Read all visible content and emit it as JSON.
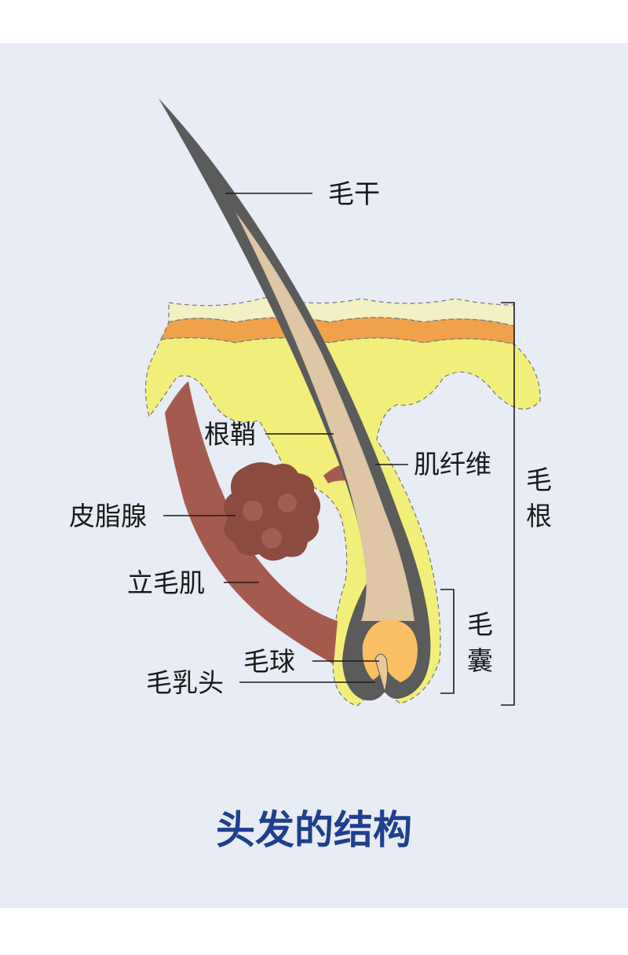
{
  "title": "头发的结构",
  "labels": {
    "hair_shaft": "毛干",
    "root_sheath": "根鞘",
    "muscle_fiber": "肌纤维",
    "sebaceous_gland": "皮脂腺",
    "arrector_pili": "立毛肌",
    "hair_bulb": "毛球",
    "dermal_papilla": "毛乳头",
    "hair_root_1": "毛",
    "hair_root_2": "根",
    "follicle_1": "毛",
    "follicle_2": "囊"
  },
  "colors": {
    "background": "#e8ecf5",
    "title": "#1f3f8f",
    "skin_top": "#f2f1c4",
    "skin_orange": "#f0a24a",
    "dermis_yellow": "#f2ee7a",
    "muscle": "#a55a4e",
    "gland": "#8b4b3e",
    "hair_dark": "#5b5b5b",
    "hair_core": "#dfc6a4",
    "bulb": "#fbbf63",
    "papilla": "#e9c89c"
  }
}
